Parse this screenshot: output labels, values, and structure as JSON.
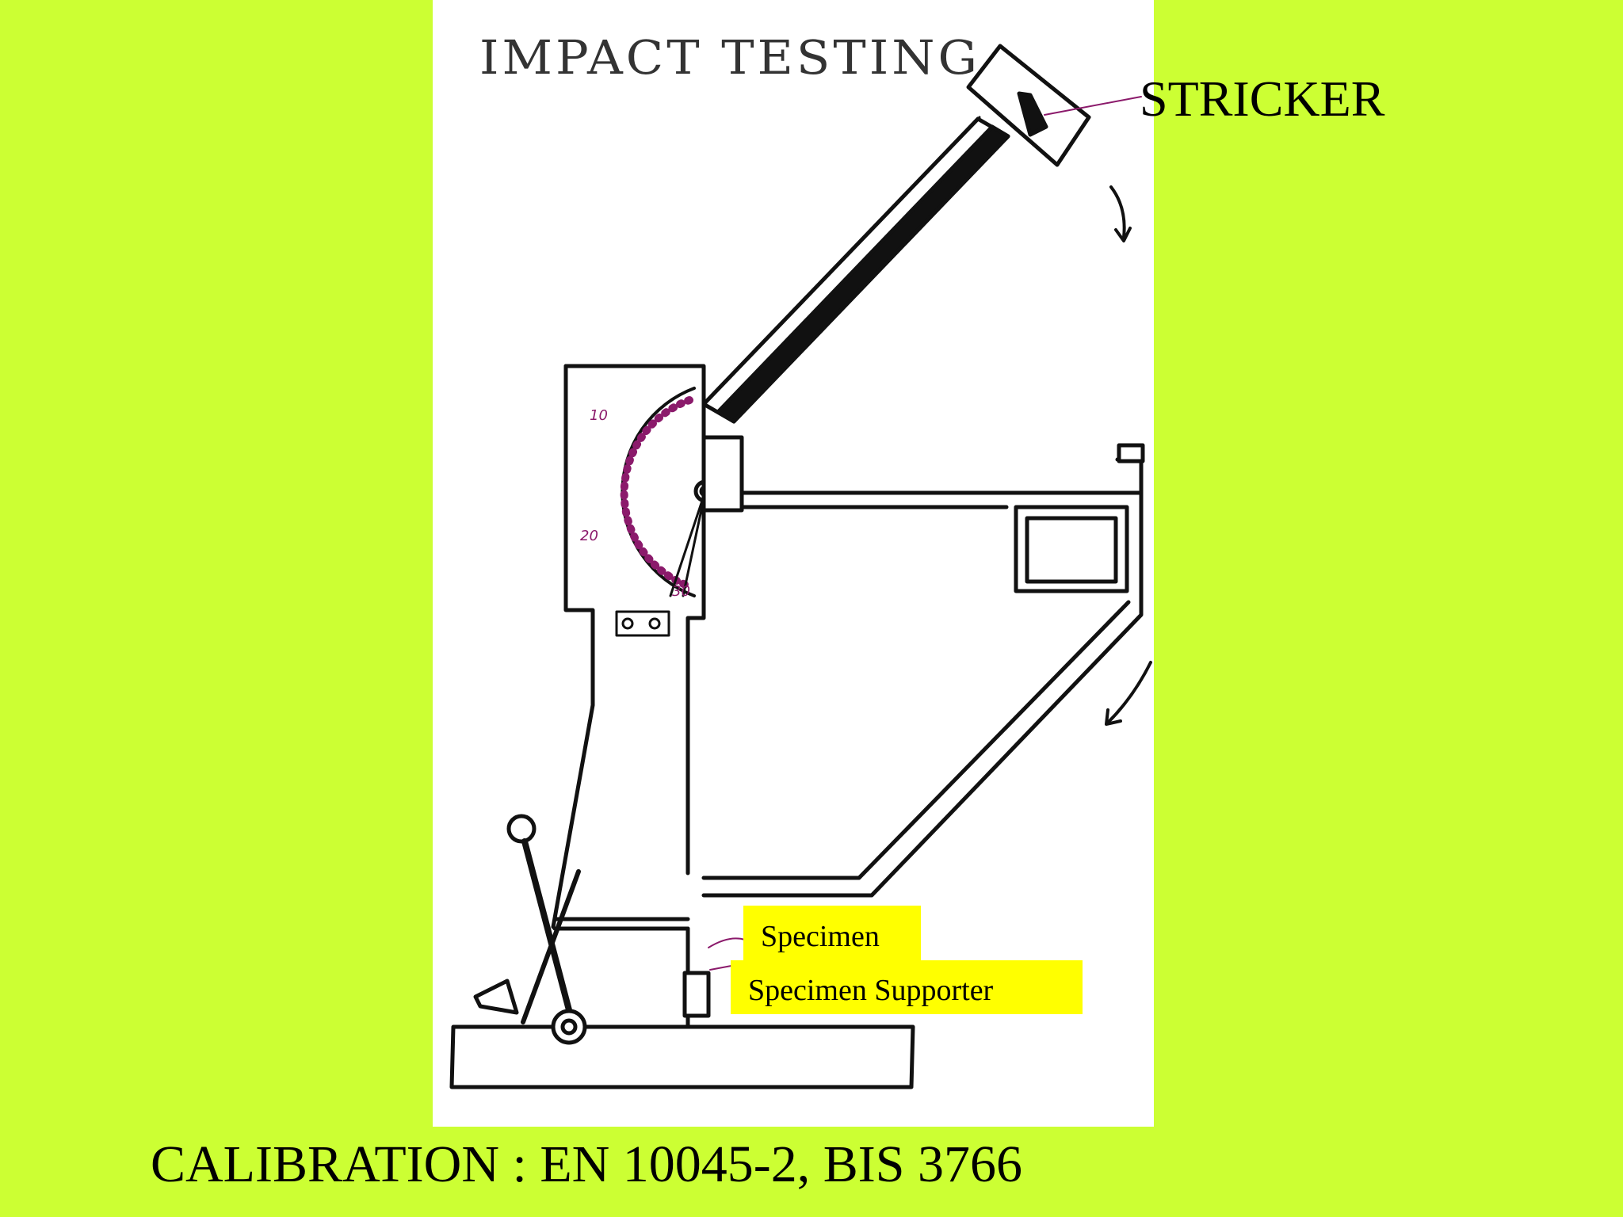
{
  "diagram": {
    "title": "IMPACT TESTING",
    "dial_marks": [
      "10",
      "20",
      "30"
    ]
  },
  "labels": {
    "stricker": "STRICKER",
    "specimen": "Specimen",
    "specimen_supporter": "Specimen Supporter"
  },
  "footer": {
    "calibration": "CALIBRATION : EN 10045-2, BIS 3766"
  },
  "colors": {
    "background": "#ccff33",
    "panel": "#ffffff",
    "label_highlight": "#ffff00",
    "dial_ink": "#8b1a6b"
  }
}
